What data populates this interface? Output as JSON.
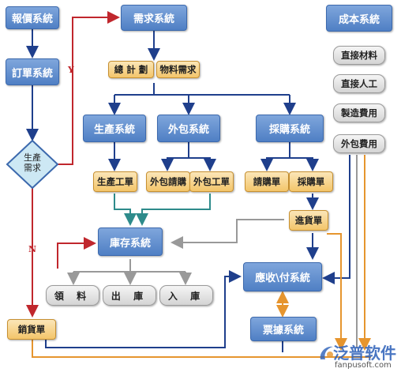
{
  "systems": {
    "quote": "報價系統",
    "order": "訂單系統",
    "demand": "需求系統",
    "cost": "成本系統",
    "production": "生產系統",
    "outsource": "外包系統",
    "purchase": "採購系統",
    "inventory": "庫存系統",
    "ar_ap": "應收\\付系統",
    "invoice": "票據系統"
  },
  "decision": {
    "line1": "生產",
    "line2": "需求",
    "yes": "Y",
    "no": "N"
  },
  "plans": {
    "master": "總 計 劃",
    "material": "物料需求"
  },
  "cost_items": [
    "直接材料",
    "直接人工",
    "製造費用",
    "外包費用"
  ],
  "docs": {
    "work_order": "生產工單",
    "out_request": "外包請購",
    "out_order": "外包工單",
    "requisition": "請購單",
    "purchase_order": "採購單",
    "receipt": "進貨單",
    "sales": "銷貨單"
  },
  "inventory_ops": [
    "領 料",
    "出 庫",
    "入 庫"
  ],
  "watermark": {
    "brand": "泛普软件",
    "url": "fanpusoft.com"
  }
}
